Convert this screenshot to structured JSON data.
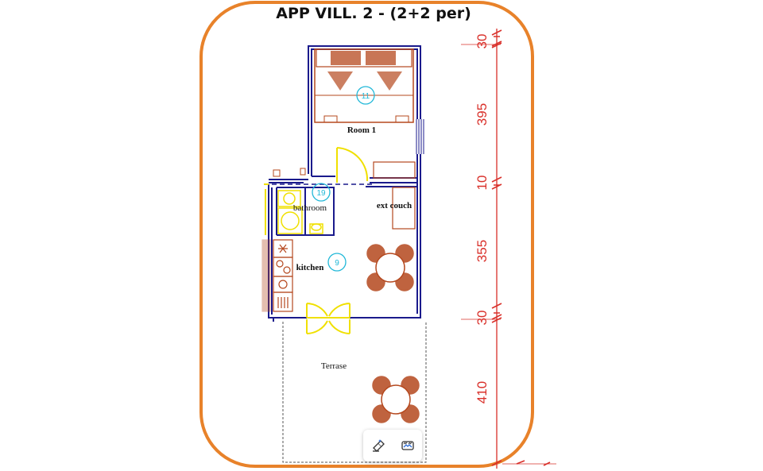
{
  "title": "APP VILL. 2 - (2+2 per)",
  "rooms": {
    "room1": "Room 1",
    "bathroom": "bathroom",
    "ext_couch": "ext couch",
    "kitchen": "kitchen",
    "terrace": "Terrase"
  },
  "markers": {
    "room1": "11",
    "bathroom": "19",
    "kitchen": "9"
  },
  "dimensions": [
    "30",
    "395",
    "10",
    "355",
    "30",
    "410"
  ],
  "toolbar": {
    "items": [
      "eraser-icon",
      "image-pattern-icon"
    ]
  },
  "colors": {
    "frame": "#e8822a",
    "walls": "#1a1a8c",
    "furniture": "#b5481e",
    "doors": "#f0e000",
    "dimension": "#d9302a",
    "marker": "#21b8d8"
  }
}
